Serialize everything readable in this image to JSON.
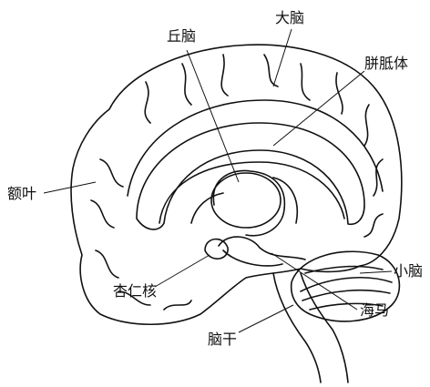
{
  "labels": {
    "cerebrum": "大脑",
    "thalamus": "丘脑",
    "corpus_callosum": "胼胝体",
    "frontal_lobe": "额叶",
    "amygdala": "杏仁核",
    "cerebellum": "小脑",
    "hippocampus": "海马",
    "brainstem": "脑干"
  },
  "colors": {
    "ink": "#111111",
    "background": "#ffffff"
  }
}
